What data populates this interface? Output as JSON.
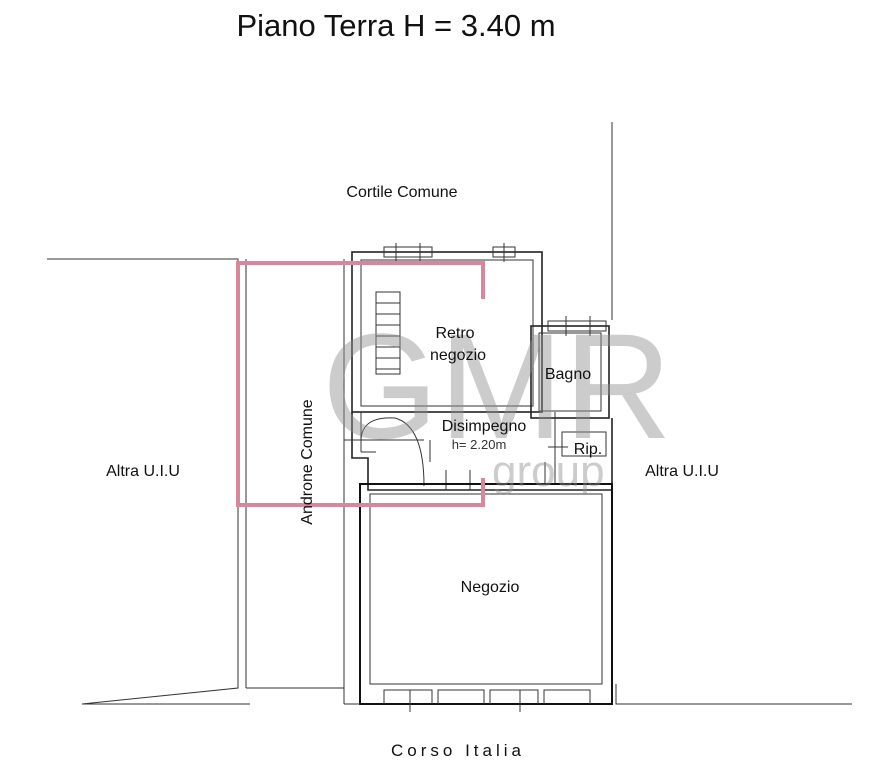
{
  "title": "Piano Terra H = 3.40 m",
  "labels": {
    "cortile": "Cortile Comune",
    "retro_line1": "Retro",
    "retro_line2": "negozio",
    "bagno": "Bagno",
    "disimpegno": "Disimpegno",
    "disimpegno_height": "h= 2.20m",
    "rip": "Rip.",
    "altra_left": "Altra U.I.U",
    "altra_right": "Altra U.I.U",
    "androne": "Androne Comune",
    "negozio": "Negozio",
    "street": "Corso Italia"
  },
  "watermark": {
    "main": "GMR",
    "sub": "group"
  },
  "colors": {
    "highlight": "#d9869a",
    "watermark": "#8f8f8f",
    "lines": "#222222"
  }
}
